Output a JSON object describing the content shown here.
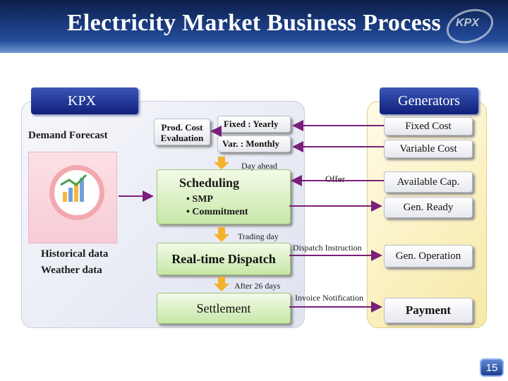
{
  "title": "Electricity Market Business Process",
  "logo": "KPX",
  "kpx_panel": {
    "label": "KPX",
    "demand_forecast": "Demand Forecast",
    "history_line1": "Historical data",
    "history_line2": "Weather data",
    "chart_icon": "bar-chart-icon"
  },
  "generators_panel": {
    "label": "Generators",
    "fixed_cost": "Fixed Cost",
    "variable_cost": "Variable Cost",
    "available_cap": "Available Cap.",
    "gen_ready": "Gen. Ready",
    "gen_operation": "Gen. Operation",
    "payment": "Payment"
  },
  "process": {
    "prod_cost_line1": "Prod. Cost",
    "prod_cost_line2": "Evaluation",
    "fixed_yearly": "Fixed : Yearly",
    "var_monthly": "Var. : Monthly",
    "scheduling": "Scheduling",
    "scheduling_items": [
      "• SMP",
      "• Commitment"
    ],
    "realtime_dispatch": "Real-time Dispatch",
    "settlement": "Settlement"
  },
  "flow_labels": {
    "day_ahead": "Day ahead",
    "trading_day": "Trading day",
    "after_26_days": "After 26 days",
    "offer": "Offer",
    "dispatch_instruction": "Dispatch Instruction",
    "invoice_notification": "Invoice Notification"
  },
  "colors": {
    "header": "#1c3f86",
    "arrow": "#7a1f7a",
    "label_bar": "#1a2f96",
    "green_box": "#c7e6a7",
    "down_arrow": "#f4b22a"
  },
  "page_number": "15"
}
